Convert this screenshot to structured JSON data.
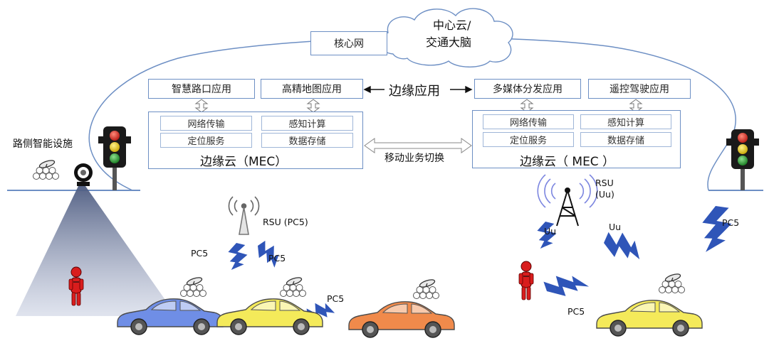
{
  "cloud": {
    "line1": "中心云/",
    "line2": "交通大脑"
  },
  "core_network": "核心网",
  "edge_apps_label": "边缘应用",
  "left_apps": [
    "智慧路口应用",
    "高精地图应用"
  ],
  "right_apps": [
    "多媒体分发应用",
    "遥控驾驶应用"
  ],
  "mec_services": [
    "网络传输",
    "感知计算",
    "定位服务",
    "数据存储"
  ],
  "mec_label": "边缘云（MEC）",
  "mec_label_right": "边缘云（ MEC ）",
  "switch_label": "移动业务切换",
  "roadside_label": "路侧智能设施",
  "rsu_pc5": "RSU (PC5)",
  "rsu_uu_line1": "RSU",
  "rsu_uu_line2": "(Uu)",
  "links": {
    "pc5": "PC5",
    "uu": "Uu"
  },
  "colors": {
    "border": "#6d8fc4",
    "lightning": "#2f55b8",
    "car_blue": "#6f8ee6",
    "car_yellow": "#f4ea5a",
    "car_orange": "#f08a4b",
    "person_red": "#d91d1d"
  }
}
